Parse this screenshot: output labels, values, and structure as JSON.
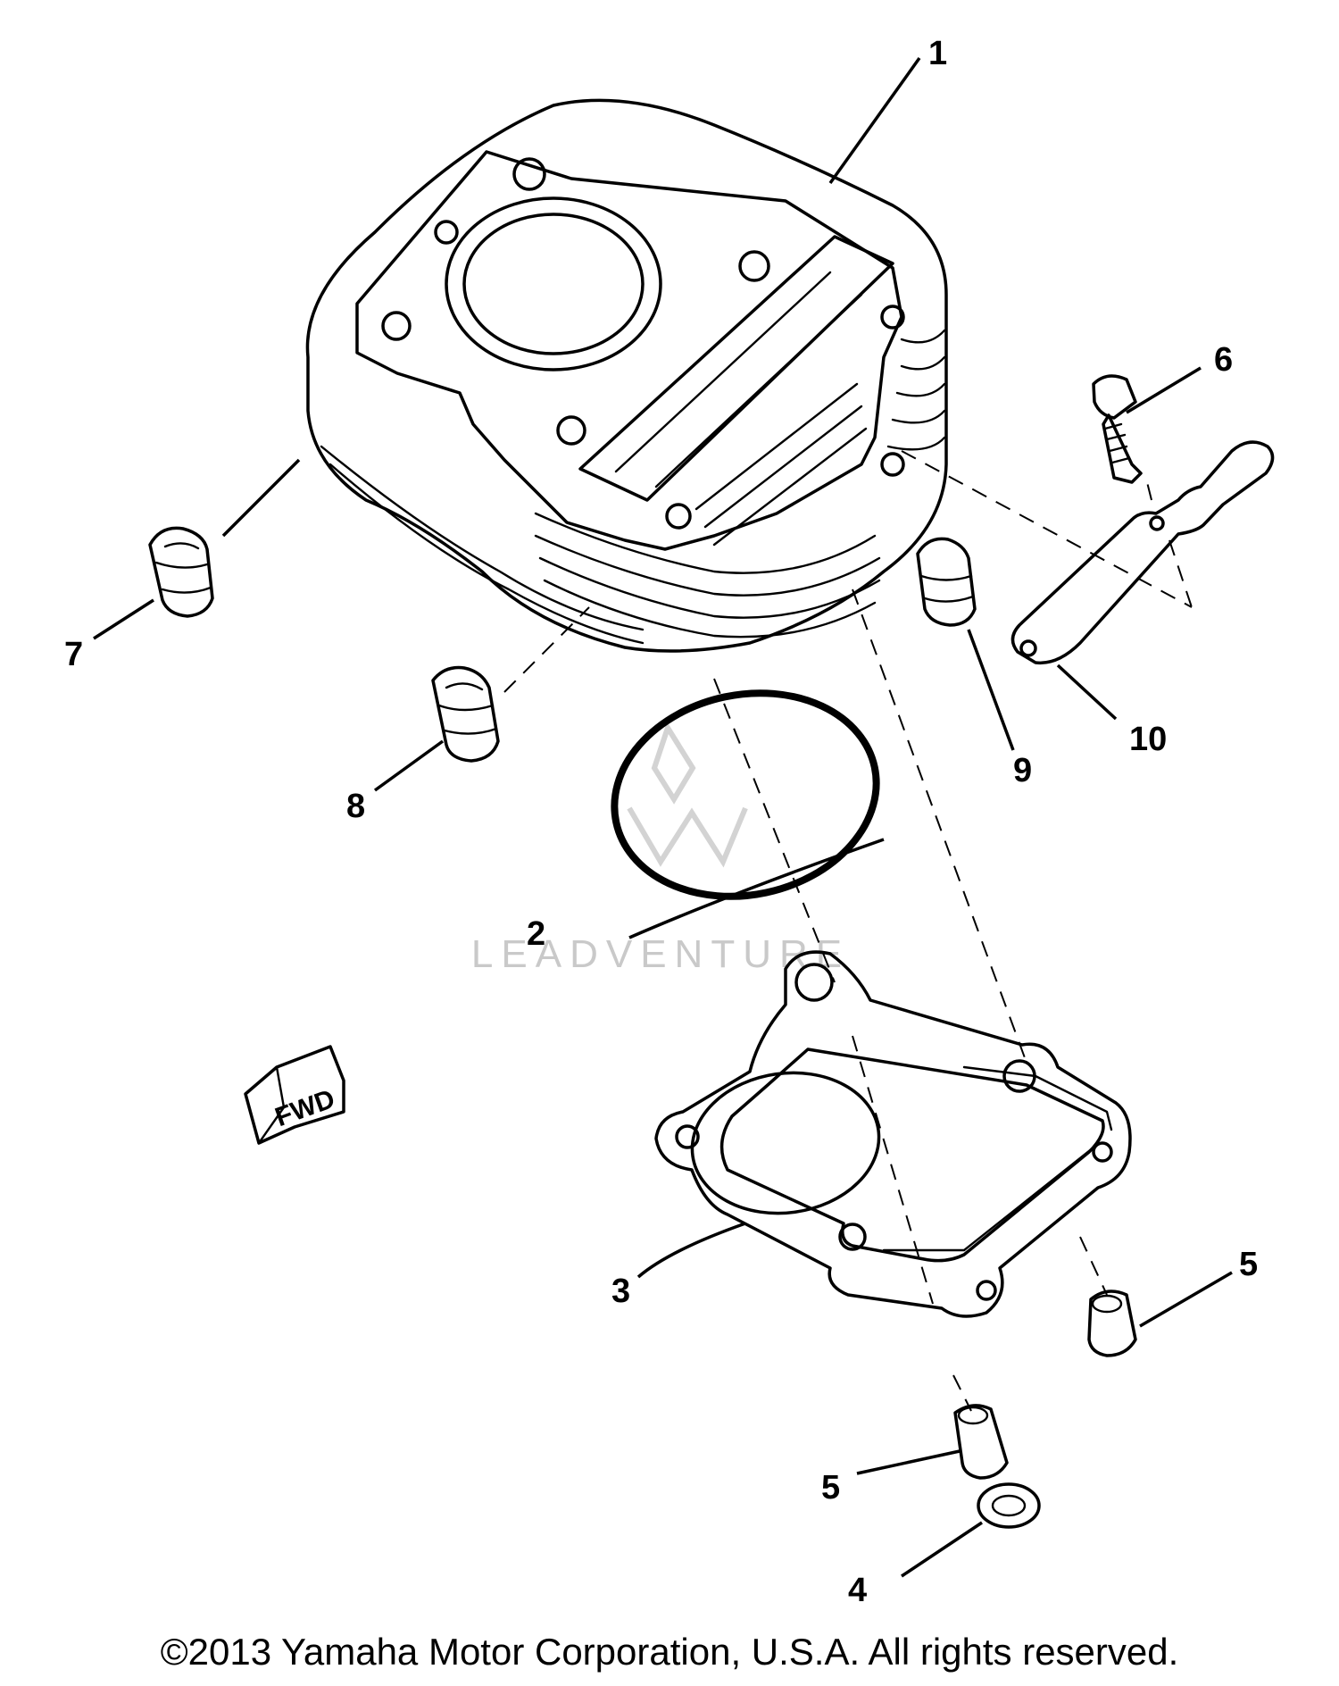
{
  "diagram": {
    "callouts": [
      "1",
      "2",
      "3",
      "4",
      "5",
      "5",
      "6",
      "7",
      "8",
      "9",
      "10"
    ],
    "fwd_label": "FWD",
    "watermark": "LEADVENTURE",
    "copyright": "©2013 Yamaha Motor Corporation, U.S.A. All rights reserved."
  }
}
